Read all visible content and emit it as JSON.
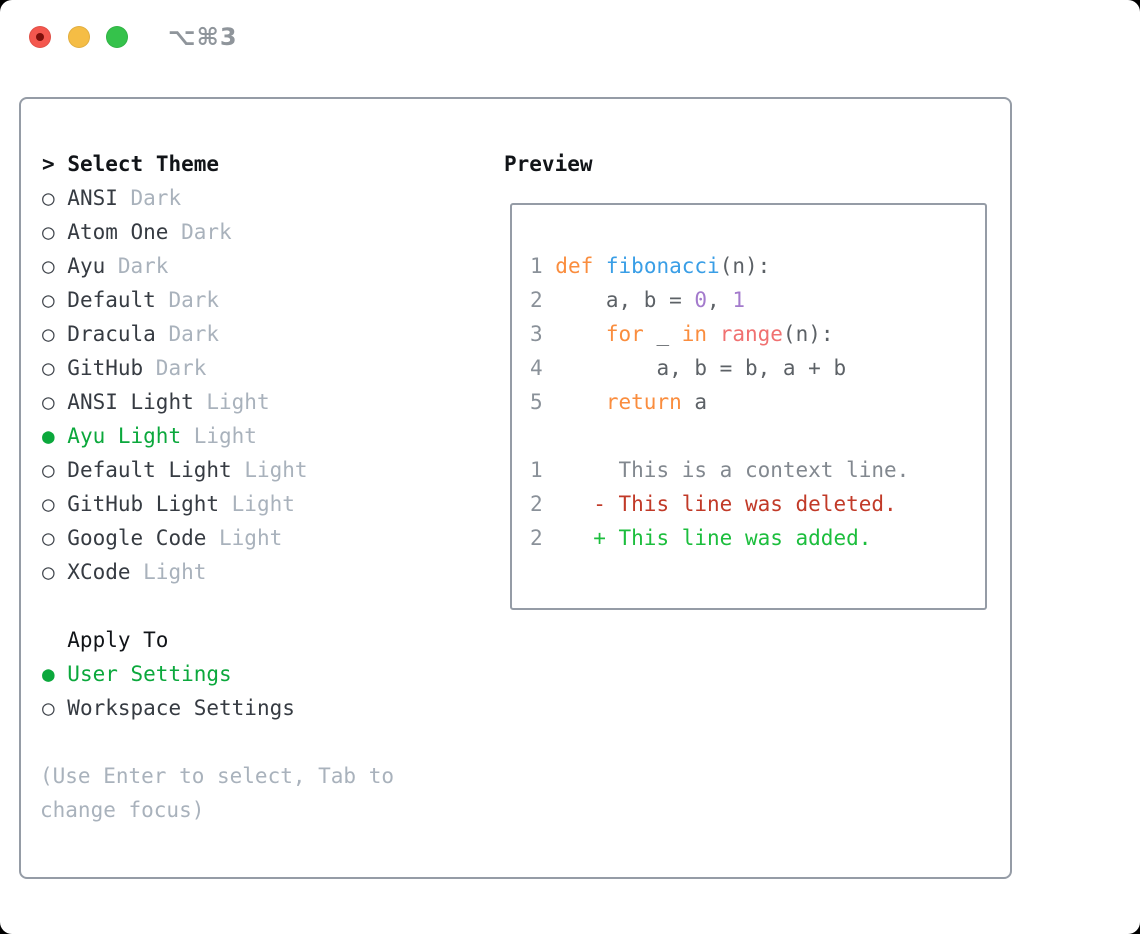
{
  "window": {
    "title": "⌥⌘3",
    "traffic_lights": {
      "close": "close-button",
      "minimize": "minimize-button",
      "zoom": "zoom-button"
    }
  },
  "theme_panel": {
    "prompt": ">",
    "title": "Select Theme",
    "items": [
      {
        "name": "ANSI",
        "variant": "Dark",
        "selected": false
      },
      {
        "name": "Atom One",
        "variant": "Dark",
        "selected": false
      },
      {
        "name": "Ayu",
        "variant": "Dark",
        "selected": false
      },
      {
        "name": "Default",
        "variant": "Dark",
        "selected": false
      },
      {
        "name": "Dracula",
        "variant": "Dark",
        "selected": false
      },
      {
        "name": "GitHub",
        "variant": "Dark",
        "selected": false
      },
      {
        "name": "ANSI Light",
        "variant": "Light",
        "selected": false
      },
      {
        "name": "Ayu Light",
        "variant": "Light",
        "selected": true
      },
      {
        "name": "Default Light",
        "variant": "Light",
        "selected": false
      },
      {
        "name": "GitHub Light",
        "variant": "Light",
        "selected": false
      },
      {
        "name": "Google Code",
        "variant": "Light",
        "selected": false
      },
      {
        "name": "XCode",
        "variant": "Light",
        "selected": false
      }
    ],
    "marker_unselected": "○",
    "marker_selected": "●",
    "apply_to": {
      "title": "Apply To",
      "options": [
        {
          "label": "User Settings",
          "selected": true
        },
        {
          "label": "Workspace Settings",
          "selected": false
        }
      ]
    },
    "help_text": "(Use Enter to select, Tab to change focus)"
  },
  "preview_panel": {
    "title": "Preview",
    "code_lines": [
      [
        [
          "num",
          "1 "
        ],
        [
          "kw",
          "def"
        ],
        [
          "plain",
          " "
        ],
        [
          "fn",
          "fibonacci"
        ],
        [
          "plain",
          "(n):"
        ]
      ],
      [
        [
          "num",
          "2 "
        ],
        [
          "plain",
          "    a, b = "
        ],
        [
          "const",
          "0"
        ],
        [
          "plain",
          ", "
        ],
        [
          "const",
          "1"
        ]
      ],
      [
        [
          "num",
          "3 "
        ],
        [
          "plain",
          "    "
        ],
        [
          "kw",
          "for"
        ],
        [
          "plain",
          " _ "
        ],
        [
          "kw",
          "in"
        ],
        [
          "plain",
          " "
        ],
        [
          "special",
          "range"
        ],
        [
          "plain",
          "(n):"
        ]
      ],
      [
        [
          "num",
          "4 "
        ],
        [
          "plain",
          "        a, b = b, a + b"
        ]
      ],
      [
        [
          "num",
          "5 "
        ],
        [
          "plain",
          "    "
        ],
        [
          "kw",
          "return"
        ],
        [
          "plain",
          " a"
        ]
      ],
      [],
      [
        [
          "num",
          "1 "
        ],
        [
          "ctx",
          "     This is a context line."
        ]
      ],
      [
        [
          "num",
          "2 "
        ],
        [
          "del",
          "   - This line was deleted."
        ]
      ],
      [
        [
          "num",
          "2 "
        ],
        [
          "add",
          "   + This line was added."
        ]
      ]
    ]
  },
  "colors": {
    "selection_green": "#0BA83C",
    "keyword_orange": "#FA8D3E",
    "function_blue": "#399EE6",
    "constant_purple": "#A37ACC",
    "special_coral": "#F07171",
    "code_fg": "#5C6166",
    "gutter_gray": "#8A9199",
    "context_gray": "#82888F",
    "deleted_red": "#C13A28",
    "added_green": "#1CBE3D",
    "muted_gray": "#A9B2BC",
    "text_dark": "#363B42",
    "heading_black": "#111418",
    "circle_dark": "#42474E",
    "border_gray": "#959CA6",
    "titlebar_gray": "#8F959B",
    "light_red": "#F4574E",
    "light_yellow": "#F5BD45",
    "light_green": "#35C24B",
    "unsaved_dot": "#7E100B"
  }
}
